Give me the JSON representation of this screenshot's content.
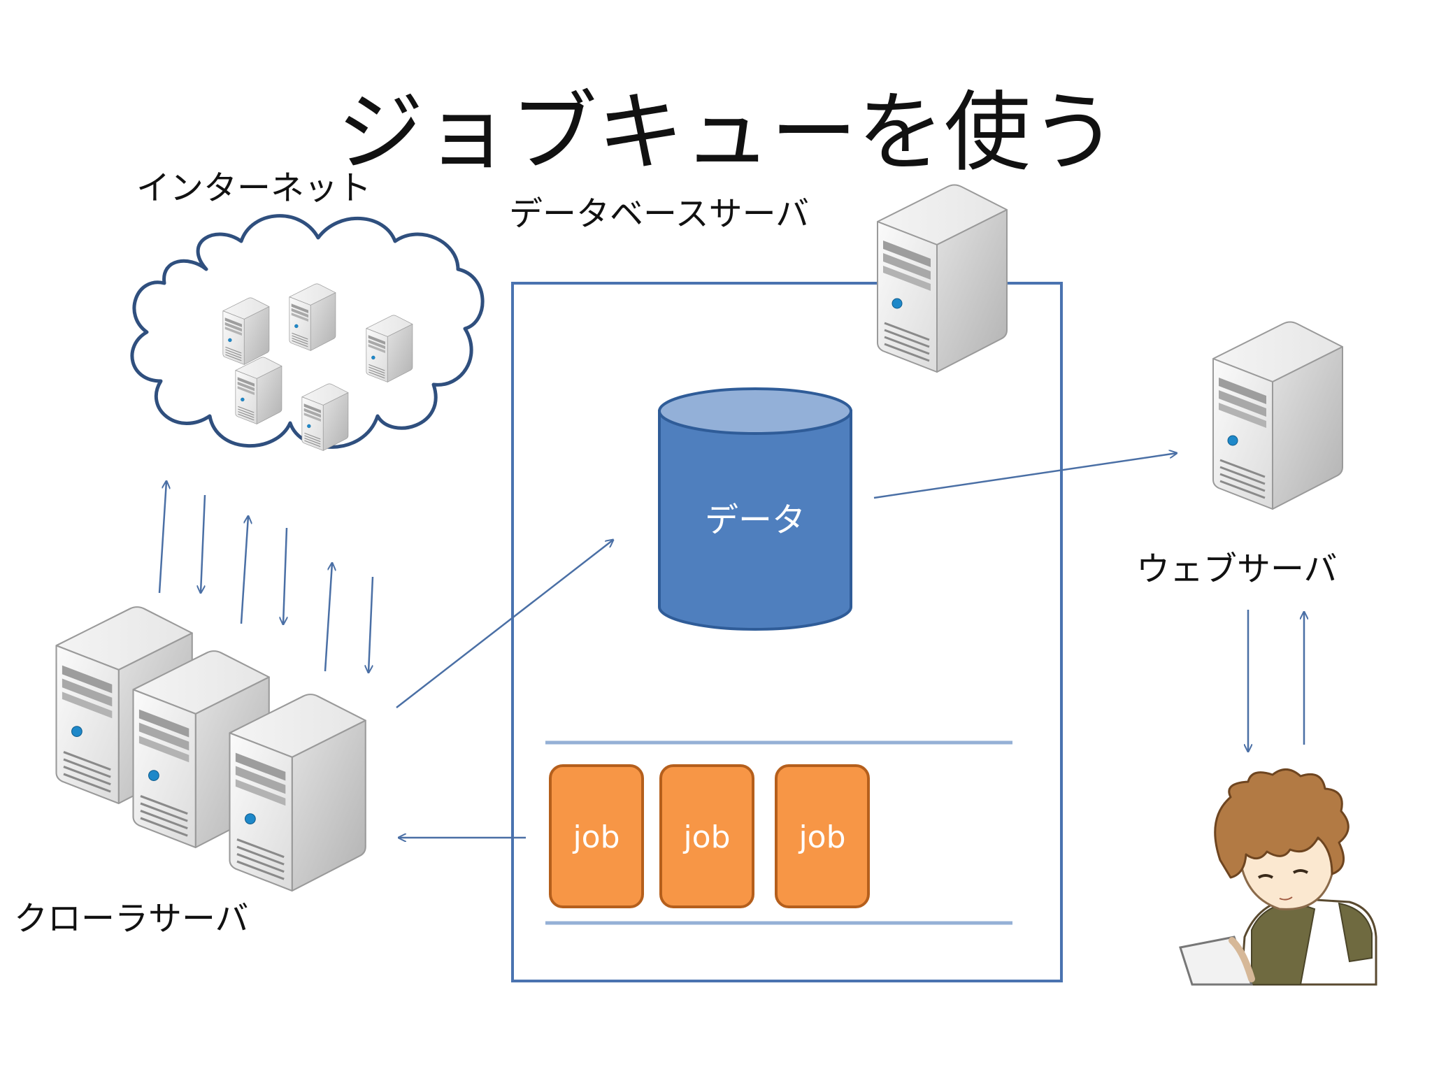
{
  "title": "ジョブキューを使う",
  "labels": {
    "internet": "インターネット",
    "db_server": "データベースサーバ",
    "data": "データ",
    "web_server": "ウェブサーバ",
    "crawler": "クローラサーバ"
  },
  "jobs": [
    "job",
    "job",
    "job"
  ],
  "colors": {
    "line": "#4a6fa5",
    "box_border": "#4a73b0",
    "cylinder_body": "#4f7fbe",
    "cylinder_top": "#93b0d8",
    "job_fill": "#f79646",
    "job_border": "#b55f1c",
    "queue_line": "#95b0d6"
  }
}
